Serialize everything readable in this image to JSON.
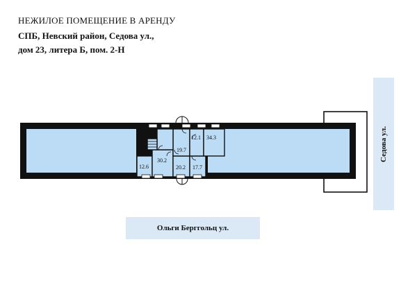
{
  "header": {
    "title": "НЕЖИЛОЕ ПОМЕЩЕНИЕ В АРЕНДУ",
    "address_line1": "СПБ, Невский район, Седова ул.,",
    "address_line2": "дом 23, литера Б, пом. 2-Н"
  },
  "plan": {
    "rooms": [
      {
        "id": "r12_6",
        "area": "12.6"
      },
      {
        "id": "r30_2",
        "area": "30.2"
      },
      {
        "id": "r20_2",
        "area": "20.2"
      },
      {
        "id": "r17_7",
        "area": "17.7"
      },
      {
        "id": "r19_7",
        "area": "19.7"
      },
      {
        "id": "r12_1",
        "area": "12.1"
      },
      {
        "id": "r34_3",
        "area": "34.3"
      }
    ],
    "colors": {
      "wall": "#111111",
      "floor": "#bcdcf5",
      "street": "#dbe9f7"
    }
  },
  "streets": {
    "bottom": "Ольги Берггольц ул.",
    "right": "Седова ул."
  }
}
